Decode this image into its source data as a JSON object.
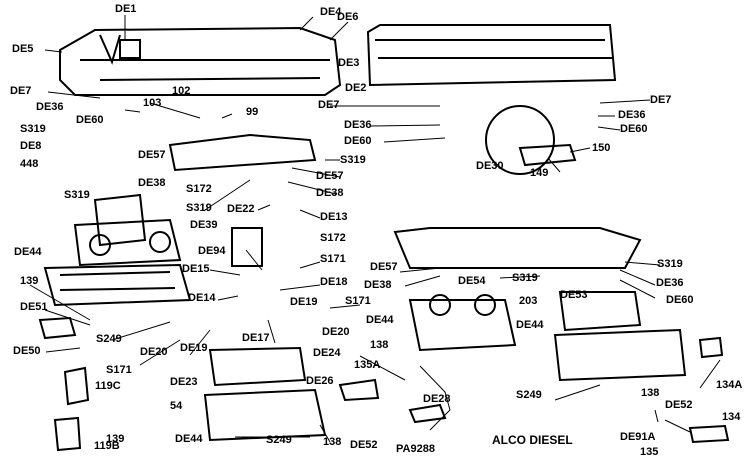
{
  "diagram_title": "ALCO DIESEL",
  "part_labels": [
    "DE1",
    "DE4",
    "DE6",
    "DE5",
    "DE3",
    "DE2",
    "DE7",
    "DE36",
    "DE60",
    "103",
    "102",
    "99",
    "DE7",
    "DE36",
    "DE60",
    "DE7",
    "DE36",
    "DE60",
    "S319",
    "DE8",
    "DE57",
    "448",
    "S319",
    "S319",
    "DE38",
    "S172",
    "DE57",
    "DE38",
    "DE30",
    "150",
    "149",
    "S319",
    "DE22",
    "DE13",
    "DE39",
    "S172",
    "DE44",
    "DE94",
    "DE15",
    "S171",
    "DE18",
    "139",
    "DE14",
    "DE19",
    "S171",
    "DE51",
    "S249",
    "DE20",
    "DE50",
    "DE20",
    "DE19",
    "DE17",
    "S171",
    "119C",
    "DE24",
    "DE23",
    "54",
    "DE26",
    "135A",
    "119B",
    "139",
    "DE44",
    "S249",
    "138",
    "DE52",
    "DE28",
    "PA9288",
    "DE57",
    "DE38",
    "S319",
    "DE54",
    "S319",
    "DE36",
    "DE60",
    "203",
    "DE53",
    "DE44",
    "DE44",
    "138",
    "S249",
    "138",
    "134A",
    "DE52",
    "DE91A",
    "134",
    "135"
  ]
}
